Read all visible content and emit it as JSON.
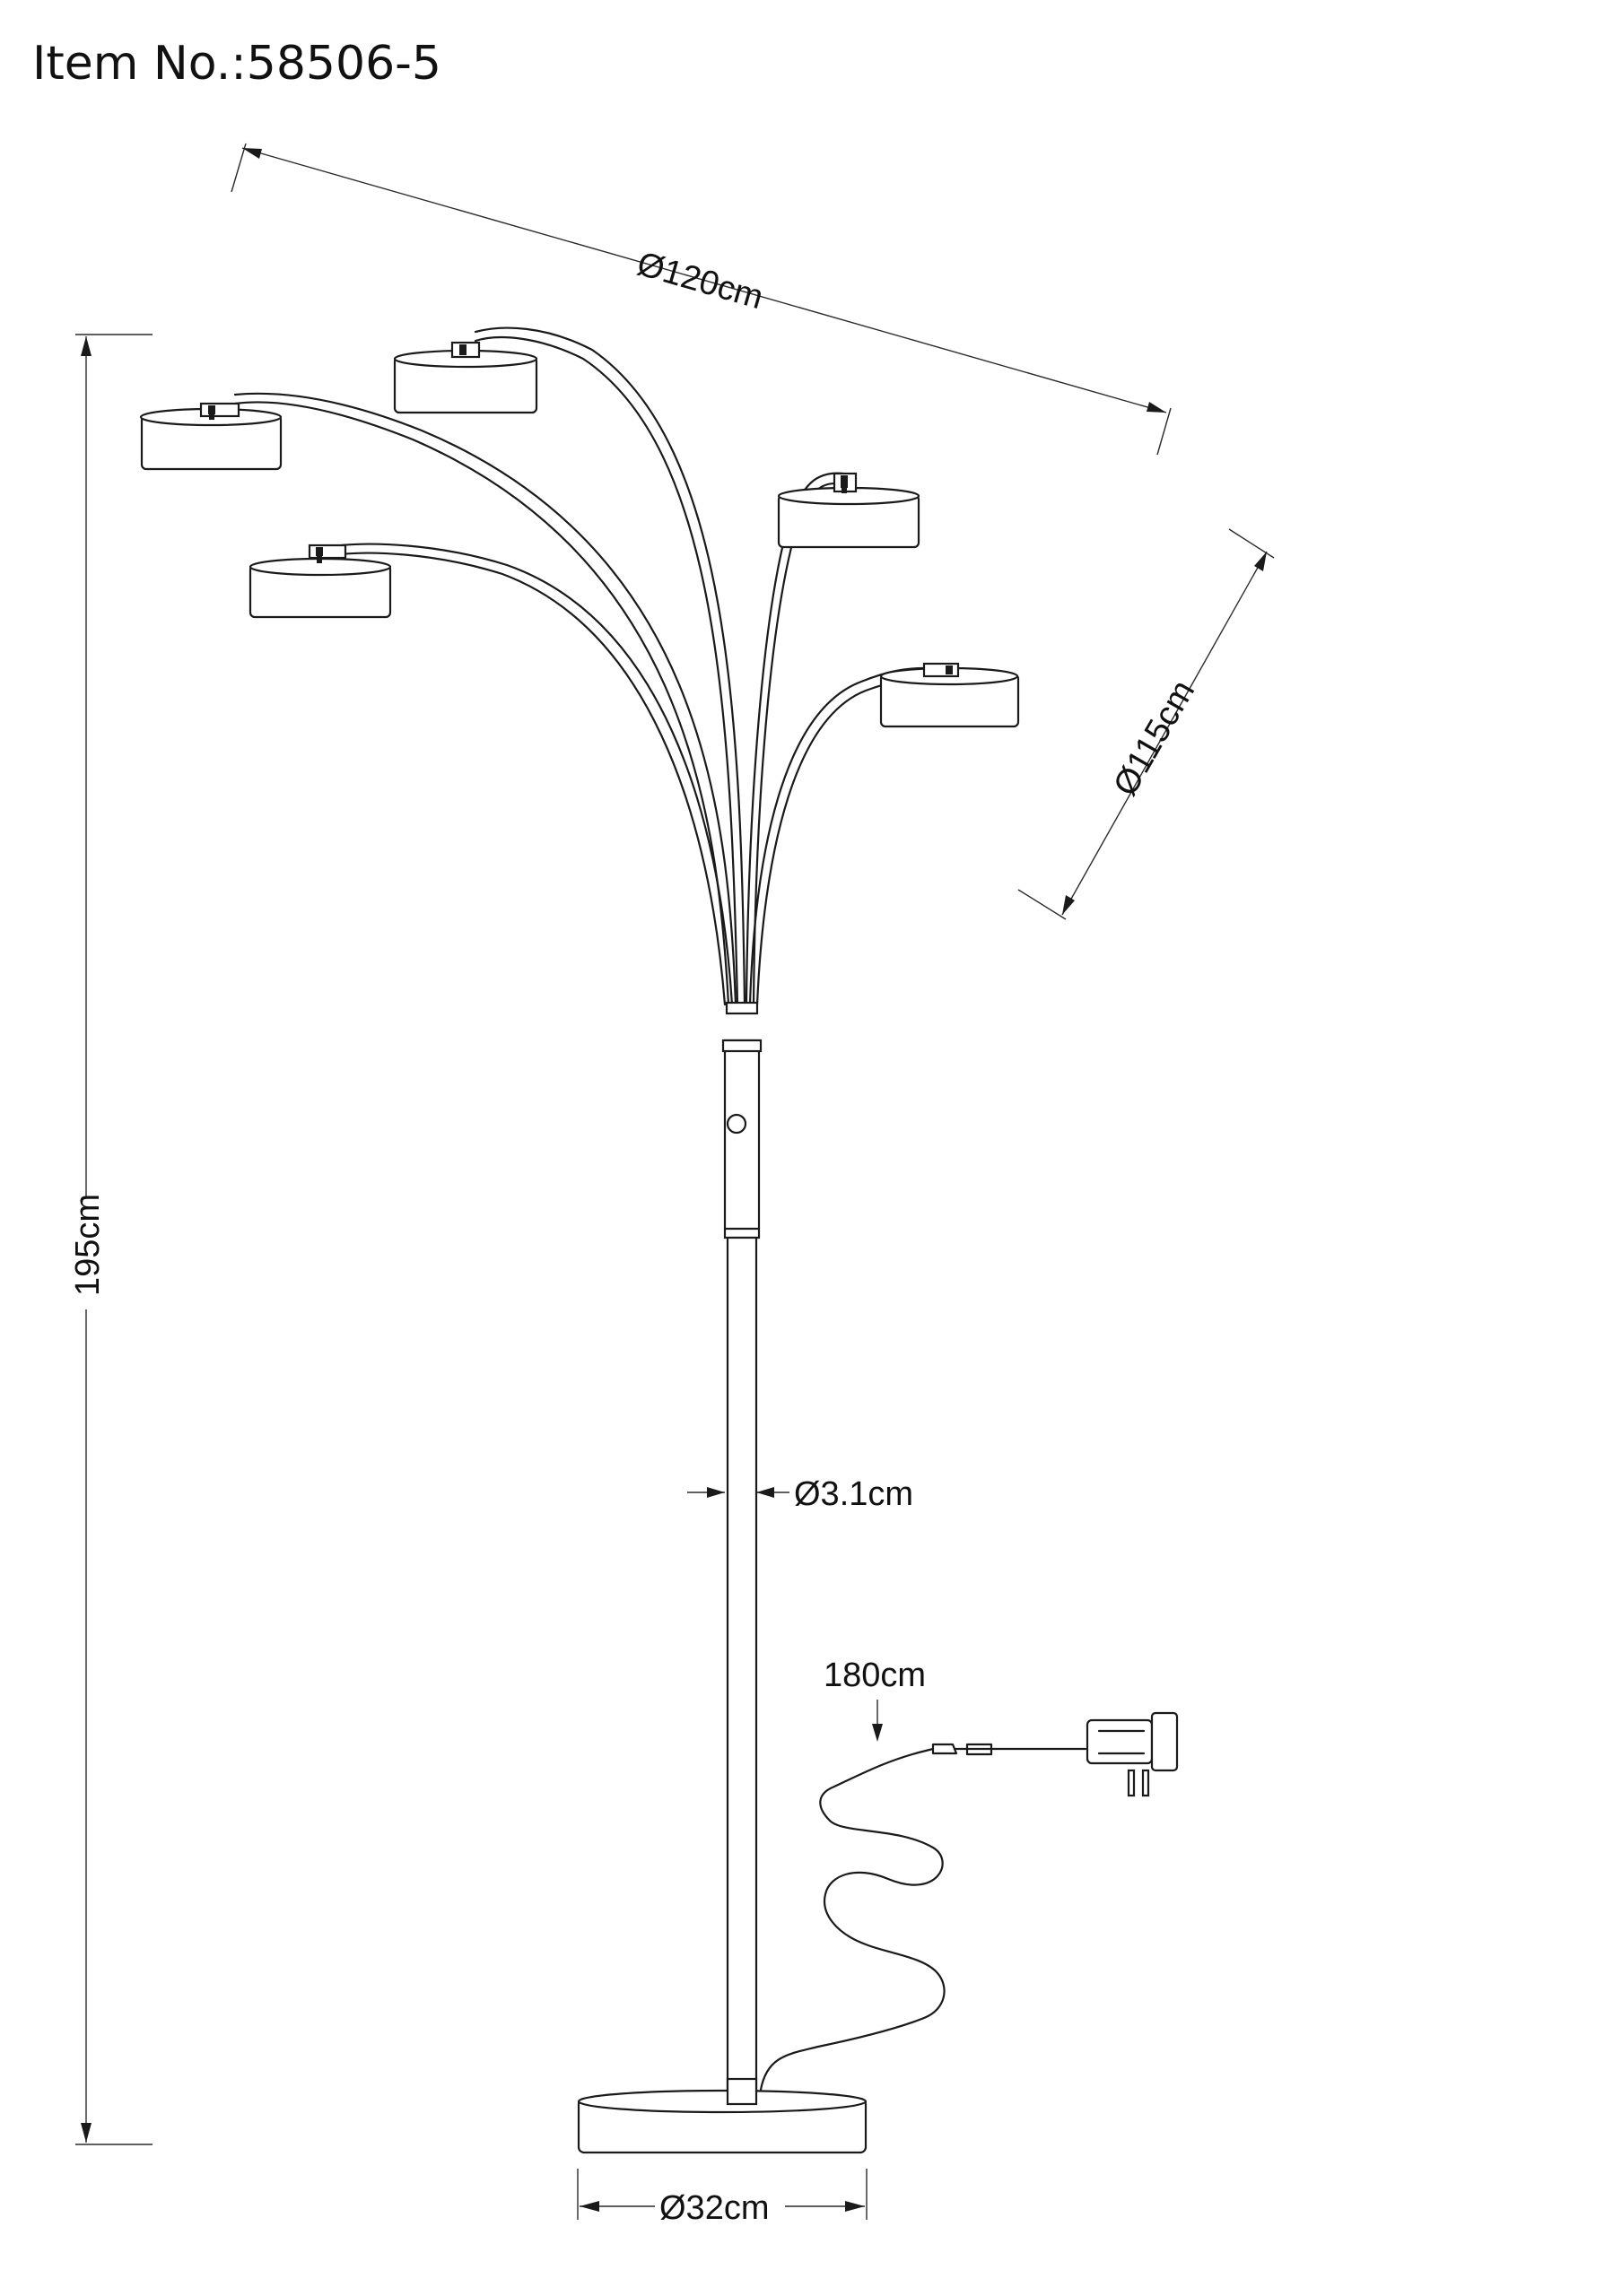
{
  "title": "Item No.:58506-5",
  "dimensions": {
    "span": "Ø120cm",
    "reach": "Ø115cm",
    "height": "195cm",
    "pole": "Ø3.1cm",
    "cable": "180cm",
    "base": "Ø32cm"
  },
  "colors": {
    "ink": "#1a1a1a",
    "background": "#ffffff"
  }
}
